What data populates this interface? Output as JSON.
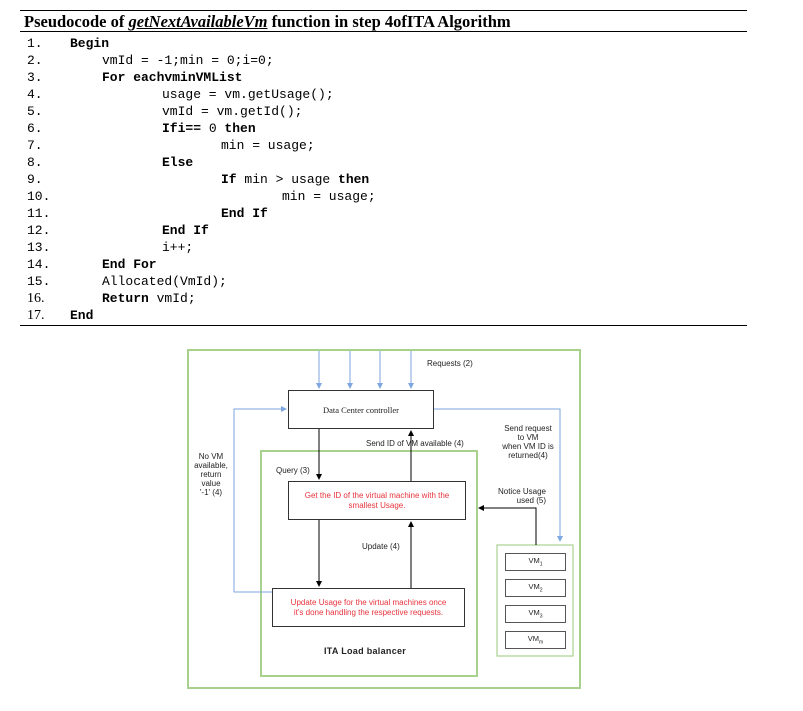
{
  "algorithm": {
    "title_prefix": "Pseudocode of ",
    "title_function": "getNextAvailableVm",
    "title_suffix": " function in step 4ofITA Algorithm",
    "lines": [
      {
        "num": "1.",
        "parts": [
          {
            "t": "Begin",
            "b": true
          }
        ]
      },
      {
        "num": "2.",
        "parts": [
          {
            "t": "vmId = -1;min = 0;i=0;",
            "b": false
          }
        ]
      },
      {
        "num": "3.",
        "parts": [
          {
            "t": "For eachvminVMList",
            "b": true
          }
        ]
      },
      {
        "num": "4.",
        "parts": [
          {
            "t": "usage = vm.getUsage();",
            "b": false
          }
        ]
      },
      {
        "num": "5.",
        "parts": [
          {
            "t": "vmId = vm.getId();",
            "b": false
          }
        ]
      },
      {
        "num": "6.",
        "parts": [
          {
            "t": "Ifi== ",
            "b": true
          },
          {
            "t": "0 ",
            "b": false
          },
          {
            "t": "then",
            "b": true
          }
        ]
      },
      {
        "num": "7.",
        "parts": [
          {
            "t": "min = usage;",
            "b": false
          }
        ]
      },
      {
        "num": "8.",
        "parts": [
          {
            "t": "Else",
            "b": true
          }
        ]
      },
      {
        "num": "9.",
        "parts": [
          {
            "t": "If ",
            "b": true
          },
          {
            "t": "min > usage ",
            "b": false
          },
          {
            "t": "then",
            "b": true
          }
        ]
      },
      {
        "num": "10.",
        "parts": [
          {
            "t": "min = usage;",
            "b": false
          }
        ]
      },
      {
        "num": "11.",
        "parts": [
          {
            "t": "End If",
            "b": true
          }
        ]
      },
      {
        "num": "12.",
        "parts": [
          {
            "t": "End If",
            "b": true
          }
        ]
      },
      {
        "num": "13.",
        "parts": [
          {
            "t": "i++;",
            "b": false
          }
        ]
      },
      {
        "num": "14.",
        "parts": [
          {
            "t": "End For",
            "b": true
          }
        ]
      },
      {
        "num": "15.",
        "parts": [
          {
            "t": "Allocated(VmId);",
            "b": false
          }
        ]
      },
      {
        "num": "16.",
        "parts": [
          {
            "t": "Return ",
            "b": true
          },
          {
            "t": "vmId;",
            "b": false
          }
        ]
      },
      {
        "num": "17.",
        "parts": [
          {
            "t": "End",
            "b": true
          }
        ]
      }
    ]
  },
  "diagram": {
    "requests_label": "Requests (2)",
    "dc_controller": "Data Center controller",
    "send_id_label": "Send ID of VM available (4)",
    "send_request_label": [
      "Send request",
      "to VM",
      "when VM ID is",
      "returned(4)"
    ],
    "no_vm_label": [
      "No VM",
      "available,",
      "return",
      "value",
      "'-1' (4)"
    ],
    "query_label": "Query (3)",
    "get_id_box": [
      "Get the ID of the virtual machine with the",
      "smallest Usage."
    ],
    "notice_usage_label": [
      "Notice Usage",
      "used (5)"
    ],
    "update_label": "Update (4)",
    "update_box": [
      "Update Usage for the virtual machines once",
      "it's done handling the respective requests."
    ],
    "load_balancer_title": "ITA Load balancer",
    "vms": [
      {
        "base": "VM",
        "sub": "1"
      },
      {
        "base": "VM",
        "sub": "2"
      },
      {
        "base": "VM",
        "sub": "3"
      },
      {
        "base": "VM",
        "sub": "m"
      }
    ],
    "colors": {
      "green_border": "#a9d18e",
      "blue_line": "#7ea6e0",
      "red_text": "#e8333c",
      "box_border": "#333333"
    }
  }
}
